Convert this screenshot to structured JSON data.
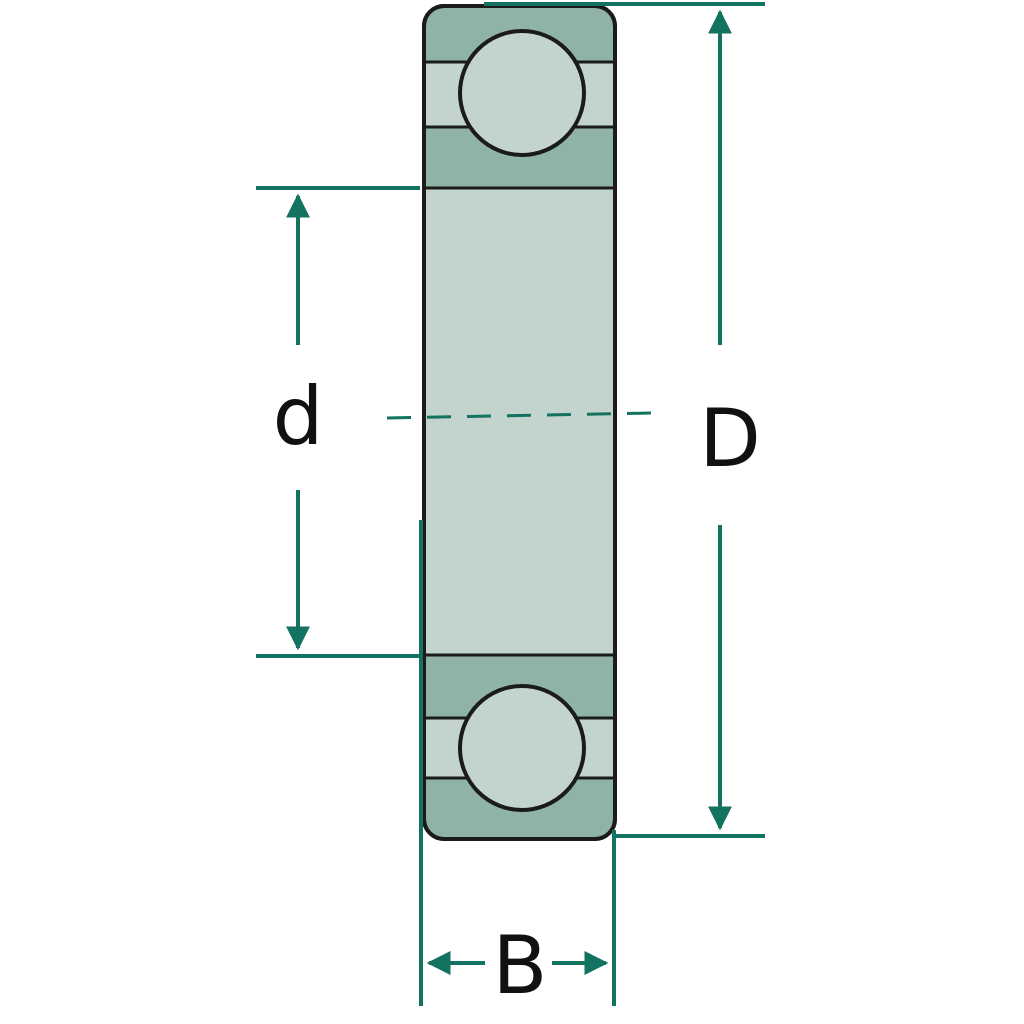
{
  "labels": {
    "inner_diameter": "d",
    "outer_diameter": "D",
    "width": "B"
  },
  "colors": {
    "dimension_line": "#137260",
    "ring_fill": "#8fb3a6",
    "ball_fill": "#c3d4cf",
    "bore_fill": "#c3d4cf",
    "outline": "#1b1b1b",
    "text": "#111111"
  }
}
